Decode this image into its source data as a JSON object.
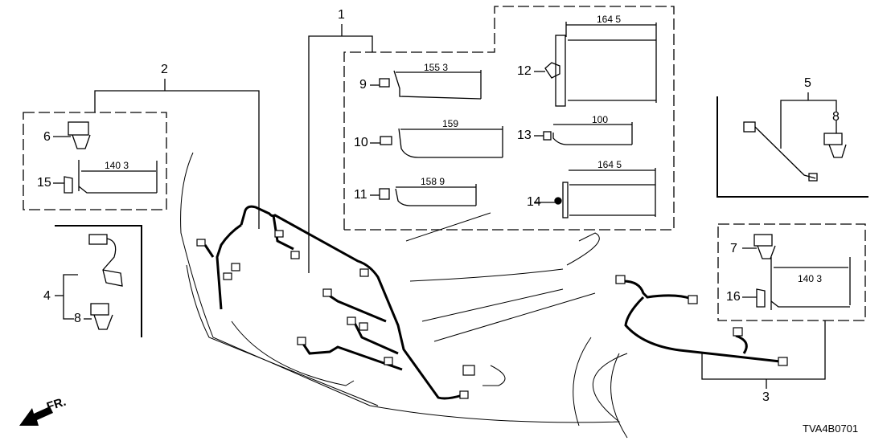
{
  "diagram": {
    "type": "parts-exploded-view",
    "subject": "Rear bumper wire harness",
    "image_code": "TVA4B0701",
    "direction_indicator": "FR.",
    "callouts": [
      {
        "id": "1",
        "label": "1",
        "children": [
          "9",
          "10",
          "11",
          "12",
          "13",
          "14"
        ]
      },
      {
        "id": "2",
        "label": "2",
        "children": [
          "6",
          "15"
        ]
      },
      {
        "id": "3",
        "label": "3",
        "children": [
          "7",
          "16"
        ]
      },
      {
        "id": "4",
        "label": "4",
        "children": [
          "8"
        ]
      },
      {
        "id": "5",
        "label": "5",
        "children": [
          "8"
        ]
      },
      {
        "id": "6",
        "label": "6"
      },
      {
        "id": "7",
        "label": "7"
      },
      {
        "id": "8a",
        "label": "8"
      },
      {
        "id": "8b",
        "label": "8"
      },
      {
        "id": "9",
        "label": "9"
      },
      {
        "id": "10",
        "label": "10"
      },
      {
        "id": "11",
        "label": "11"
      },
      {
        "id": "12",
        "label": "12"
      },
      {
        "id": "13",
        "label": "13"
      },
      {
        "id": "14",
        "label": "14"
      },
      {
        "id": "15",
        "label": "15"
      },
      {
        "id": "16",
        "label": "16"
      }
    ],
    "dimensions": {
      "part9": "155 3",
      "part10": "159",
      "part11": "158 9",
      "part12": "164 5",
      "part13": "100",
      "part14": "164 5",
      "part15": "140 3",
      "part16": "140 3"
    }
  }
}
